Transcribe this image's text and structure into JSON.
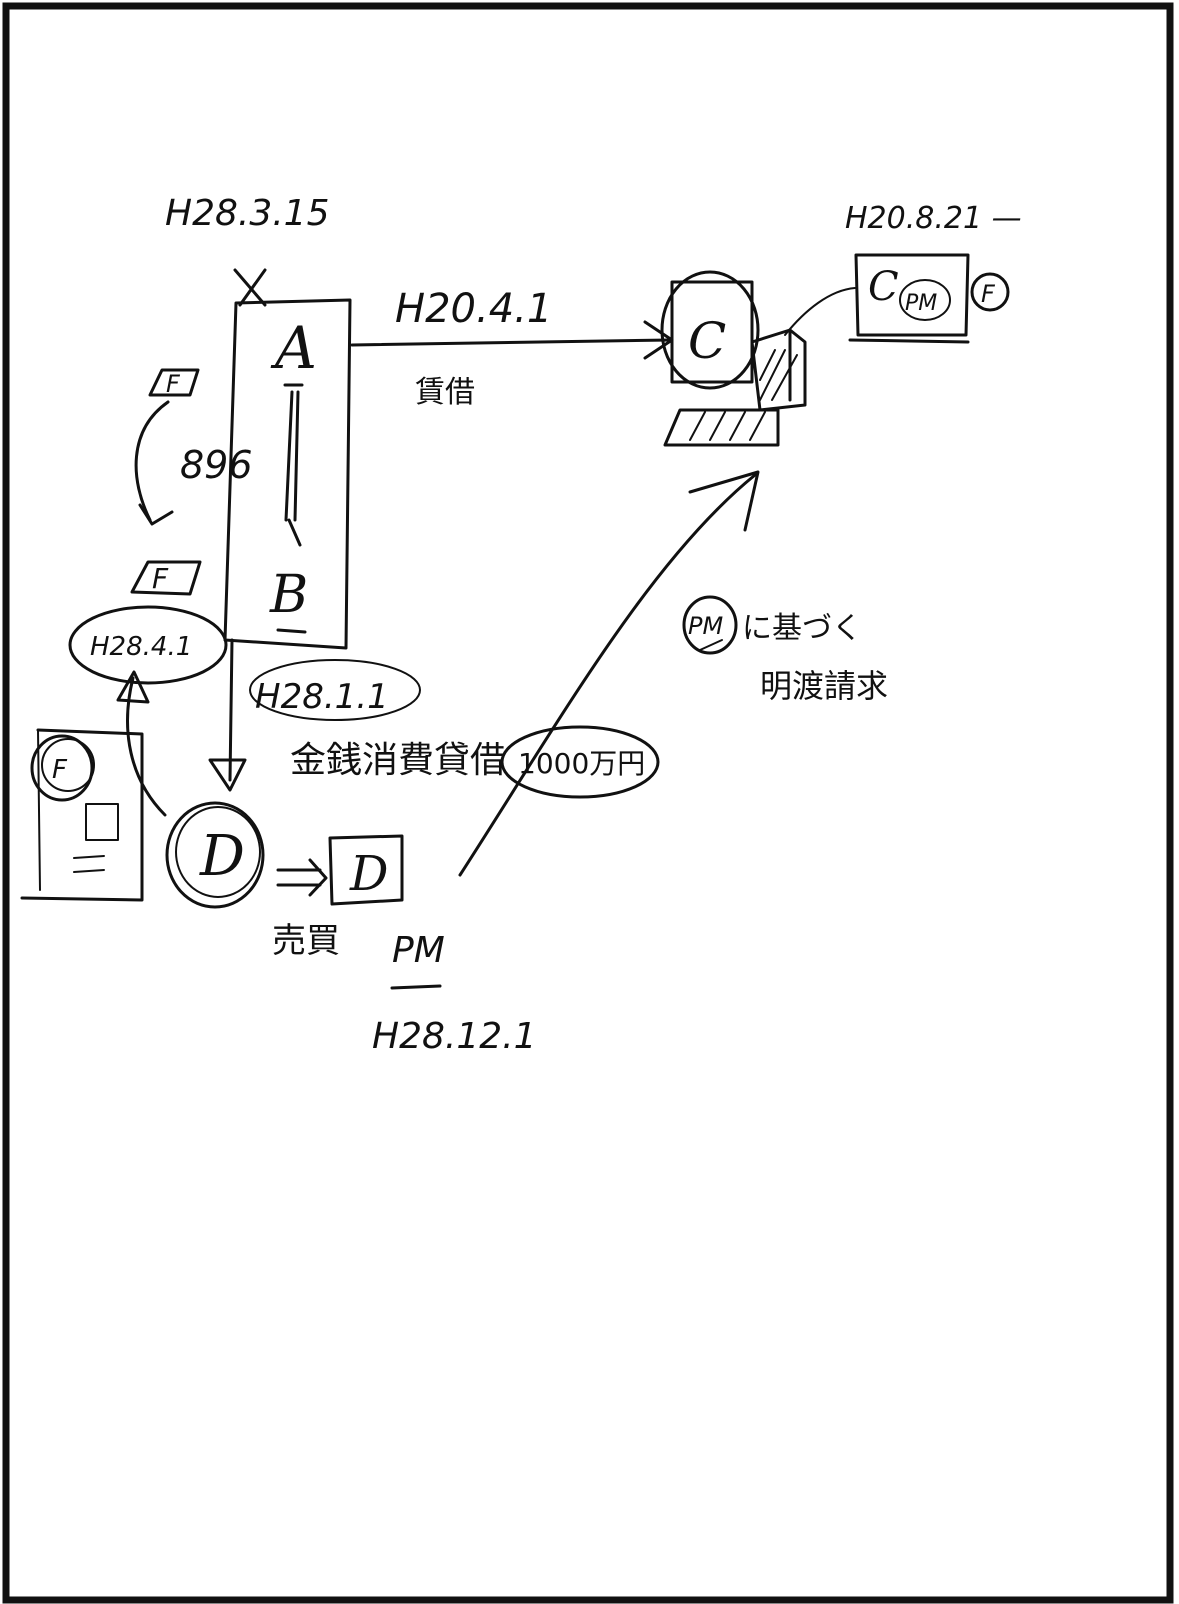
{
  "dates": {
    "top_left": "H28.3.15",
    "arrow_to_c": "H20.4.1",
    "top_right": "H20.8.21 —",
    "left_oval": "H28.4.1",
    "below_b": "H28.1.1",
    "bottom": "H28.12.1"
  },
  "labels": {
    "node_a": "A",
    "node_b": "B",
    "node_c": "C",
    "node_c_box": "C",
    "node_d": "D",
    "node_d_box": "D",
    "node_f_top": "F",
    "node_f_bottom": "F",
    "f_circle": "F",
    "pm_circle": "PM",
    "pm_circle_2": "PM",
    "pm_plain": "PM",
    "arrow_to_c_note": "賃借",
    "curve_number": "896",
    "loan_note": "金銭消費貸借",
    "amount": "1000万円",
    "buy_sell": "売買",
    "pm_based_line1": "に基づく",
    "pm_based_line2": "明渡請求"
  },
  "colors": {
    "ink": "#111111",
    "paper": "#ffffff"
  }
}
